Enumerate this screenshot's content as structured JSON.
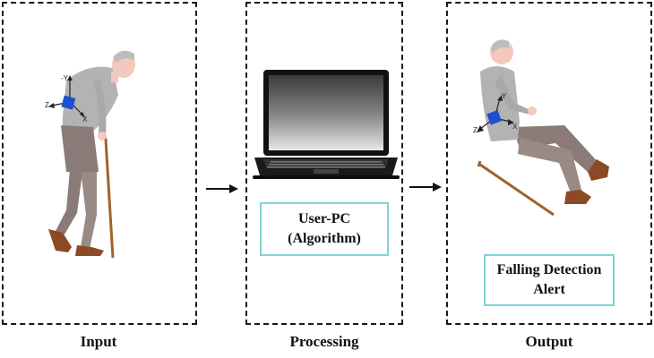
{
  "panels": {
    "input": {
      "caption": "Input"
    },
    "processing": {
      "caption": "Processing",
      "box_line1": "User-PC",
      "box_line2": "(Algorithm)"
    },
    "output": {
      "caption": "Output",
      "box_line1": "Falling Detection",
      "box_line2": "Alert"
    }
  },
  "sensor_axes": {
    "input": {
      "x": "X",
      "y": "-Y",
      "z": "Z"
    },
    "output": {
      "x": "X",
      "y": "Y",
      "z": "Z"
    }
  },
  "colors": {
    "border": "#1a1a1a",
    "box_border": "#7fd3d8",
    "sensor": "#1f4fd1",
    "shirt": "#b3b3b3",
    "pants": "#8a7b78",
    "shoes": "#8b4a23",
    "skin": "#f3c9bd",
    "cane": "#a0622b"
  }
}
